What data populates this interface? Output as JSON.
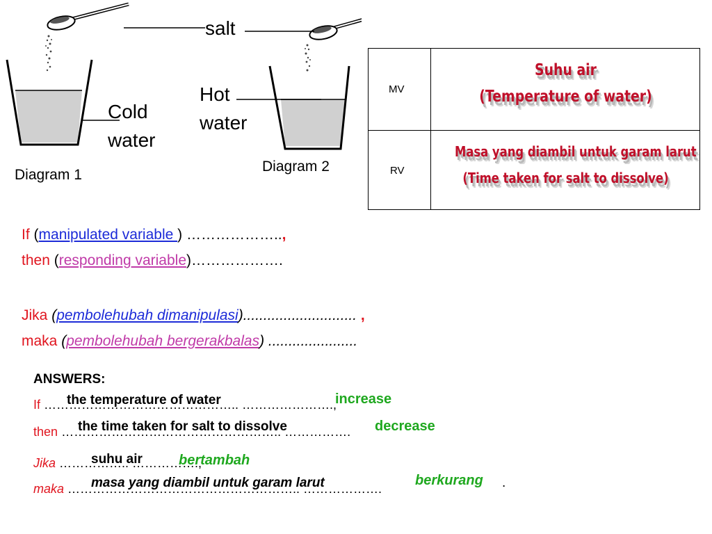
{
  "diagram": {
    "salt_label": "salt",
    "cold_label_1": "Cold",
    "cold_label_2": "water",
    "hot_label_1": "Hot",
    "hot_label_2": "water",
    "diagram1_label": "Diagram 1",
    "diagram2_label": "Diagram 2"
  },
  "table": {
    "mv_label": "MV",
    "rv_label": "RV",
    "mv_text_1": "Suhu air",
    "mv_text_2": "(Temperature of water)",
    "rv_text_1": "Masa yang diambil untuk garam larut",
    "rv_text_2": "(Time taken for salt to dissolve)"
  },
  "hypothesis": {
    "if_word": "If",
    "open_paren": "(",
    "manipulated": "manipulated variable ",
    "close_dots_1": ") ………………..",
    "comma1": ",",
    "then_word": "then",
    "responding": "responding variable",
    "close_dots_2": ")……………….",
    "jika_word": "Jika",
    "pembolehubah_dimanipulasi": "pembolehubah dimanipulasi",
    "close_dots_3": ")............................",
    "comma2": ",",
    "maka_word": "maka",
    "pembolehubah_bergerakbalas": "pembolehubah bergerakbalas",
    "close_dots_4": ") ......................"
  },
  "answers": {
    "heading": "ANSWERS:",
    "line1_prefix": "If",
    "line1_dots": "……………………………………….. ………………….,",
    "line1_fill": "the temperature of water",
    "line1_green": "increase",
    "line2_prefix": "then",
    "line2_dots": "…………………………………………….. …………….",
    "line2_fill": "the time taken for salt to dissolve",
    "line2_green": "decrease",
    "line3_prefix": "Jika",
    "line3_dots": "…………….. …………….,",
    "line3_fill": "suhu air",
    "line3_green": "bertambah",
    "line4_prefix": "maka",
    "line4_dots": "……………………………………………….. ……………….",
    "line4_fill": "masa yang diambil untuk garam larut",
    "line4_green": "berkurang",
    "line4_period": "."
  }
}
